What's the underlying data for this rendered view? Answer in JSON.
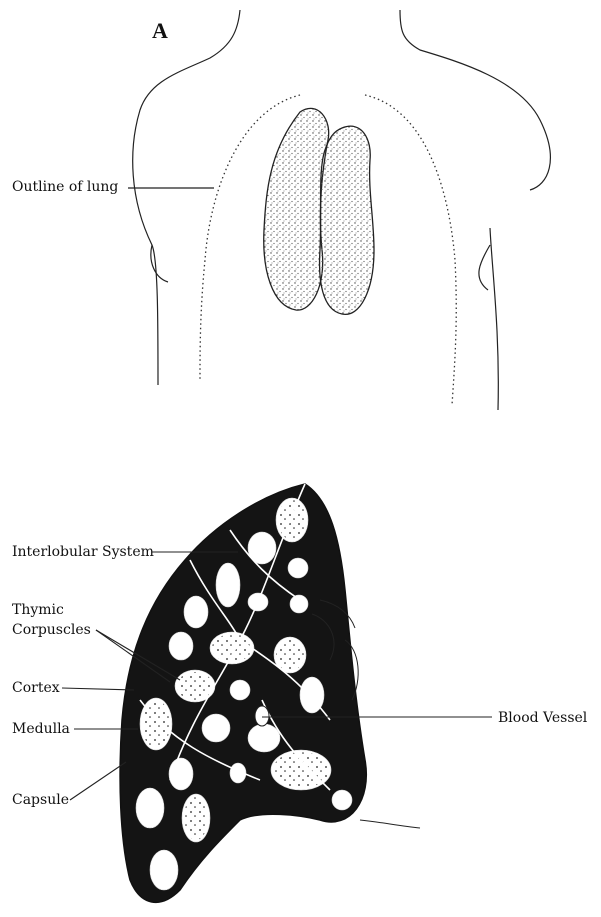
{
  "panel_letter": "A",
  "labels": {
    "outline_of_lung": "Outline of lung",
    "interlobular_system": "Interlobular System",
    "thymic_corpuscles_line1": "Thymic",
    "thymic_corpuscles_line2": "Corpuscles",
    "cortex": "Cortex",
    "medulla": "Medulla",
    "capsule": "Capsule",
    "blood_vessel": "Blood Vessel"
  }
}
